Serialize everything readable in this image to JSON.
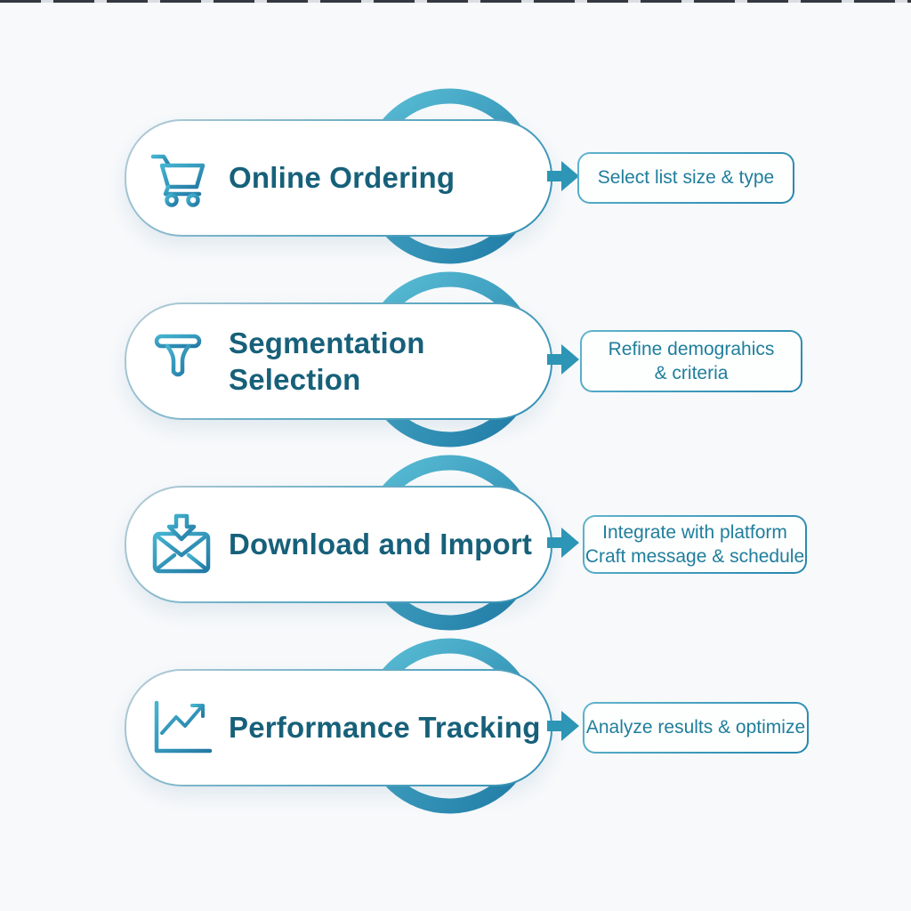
{
  "diagram": {
    "type": "process-flow",
    "orientation": "vertical",
    "step_count": 4
  },
  "colors": {
    "background": "#f7f9fb",
    "ring_gradient_light": "#5bbfd6",
    "ring_gradient_dark": "#1f7ba6",
    "pill_fill": "#ffffff",
    "pill_border": "#2f8fb2",
    "title_text": "#17607a",
    "detail_text": "#1f7e9c",
    "detail_border": "#2586ae",
    "arrow": "#2d95b5"
  },
  "steps": [
    {
      "id": "online-ordering",
      "icon": "shopping-cart-icon",
      "title_lines": [
        "Online Ordering"
      ],
      "detail_lines": [
        "Select list size & type"
      ]
    },
    {
      "id": "segmentation-selection",
      "icon": "funnel-filter-icon",
      "title_lines": [
        "Segmentation",
        "Selection"
      ],
      "detail_lines": [
        "Refine demograhics",
        "& criteria"
      ]
    },
    {
      "id": "download-and-import",
      "icon": "envelope-download-icon",
      "title_lines": [
        "Download and Import"
      ],
      "detail_lines": [
        "Integrate with platform",
        "Craft message & schedule"
      ]
    },
    {
      "id": "performance-tracking",
      "icon": "growth-chart-icon",
      "title_lines": [
        "Performance Tracking"
      ],
      "detail_lines": [
        "Analyze results & optimize"
      ]
    }
  ]
}
